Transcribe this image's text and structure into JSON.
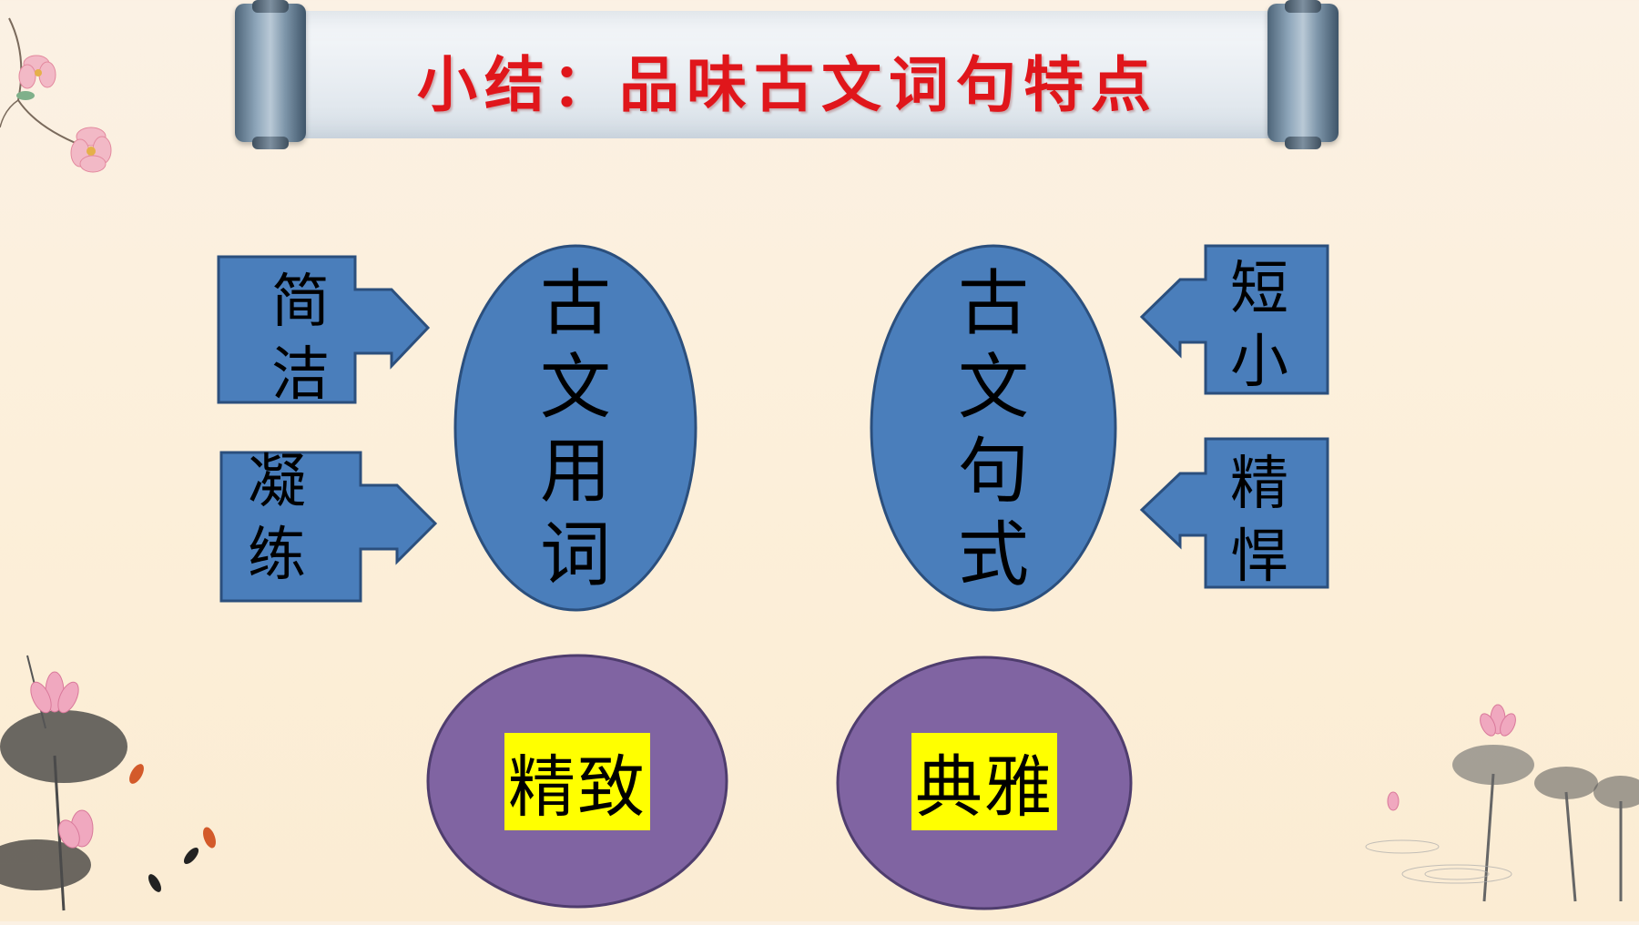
{
  "title": "小结：品味古文词句特点",
  "left_oval": {
    "chars": [
      "古",
      "文",
      "用",
      "词"
    ]
  },
  "right_oval": {
    "chars": [
      "古",
      "文",
      "句",
      "式"
    ]
  },
  "left_boxes": [
    {
      "chars": [
        "简",
        "洁"
      ]
    },
    {
      "chars": [
        "凝",
        "练"
      ]
    }
  ],
  "right_boxes": [
    {
      "chars": [
        "短",
        "小"
      ]
    },
    {
      "chars": [
        "精",
        "悍"
      ]
    }
  ],
  "bottom_left": "精致",
  "bottom_right": "典雅",
  "colors": {
    "title_red": "#e0161b",
    "box_blue": "#4a7ebb",
    "outline_blue": "#2b4f7d",
    "oval_purple": "#8064a2",
    "highlight_yellow": "#ffff00"
  }
}
